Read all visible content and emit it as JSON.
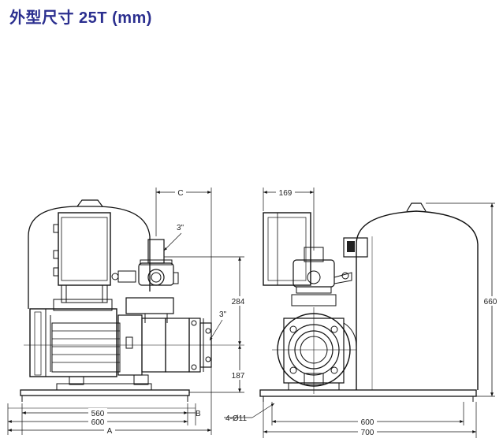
{
  "title": "外型尺寸 25T (mm)",
  "dimensions": {
    "C": "C",
    "d169": "169",
    "pipe_top": "3\"",
    "pipe_side": "3\"",
    "d284": "284",
    "d187": "187",
    "d660": "660",
    "d560": "560",
    "d600_left": "600",
    "A": "A",
    "B": "B",
    "holes": "4-Ø11",
    "d600_right": "600",
    "d700": "700"
  }
}
